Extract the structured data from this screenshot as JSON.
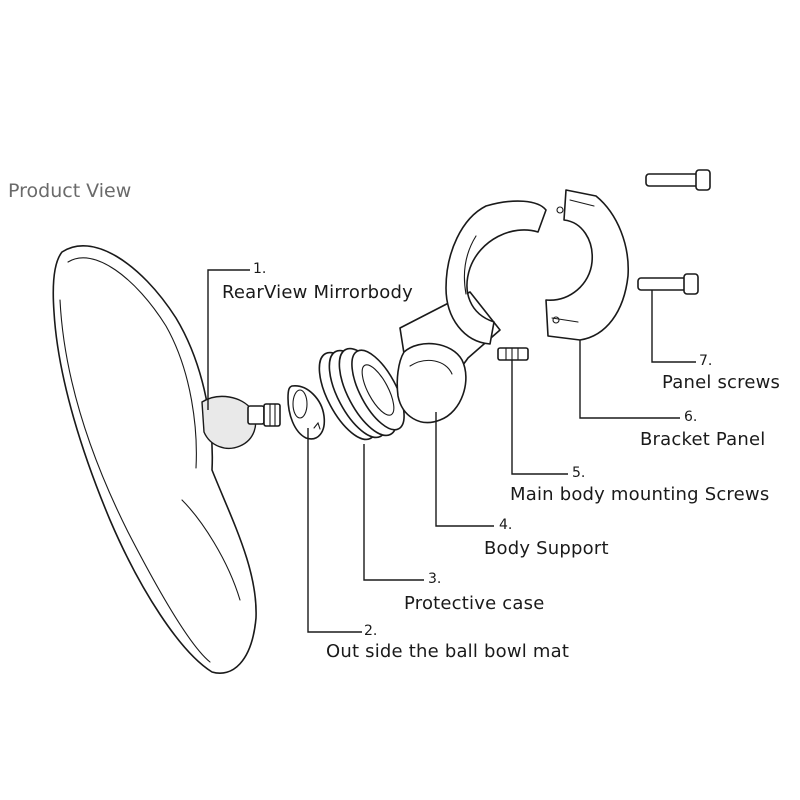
{
  "title": "Product View",
  "parts": [
    {
      "number": "1.",
      "name": "RearView Mirrorbody"
    },
    {
      "number": "2.",
      "name": "Out side the ball bowl mat"
    },
    {
      "number": "3.",
      "name": "Protective case"
    },
    {
      "number": "4.",
      "name": "Body Support"
    },
    {
      "number": "5.",
      "name": "Main body mounting Screws"
    },
    {
      "number": "6.",
      "name": "Bracket Panel"
    },
    {
      "number": "7.",
      "name": "Panel screws"
    }
  ]
}
